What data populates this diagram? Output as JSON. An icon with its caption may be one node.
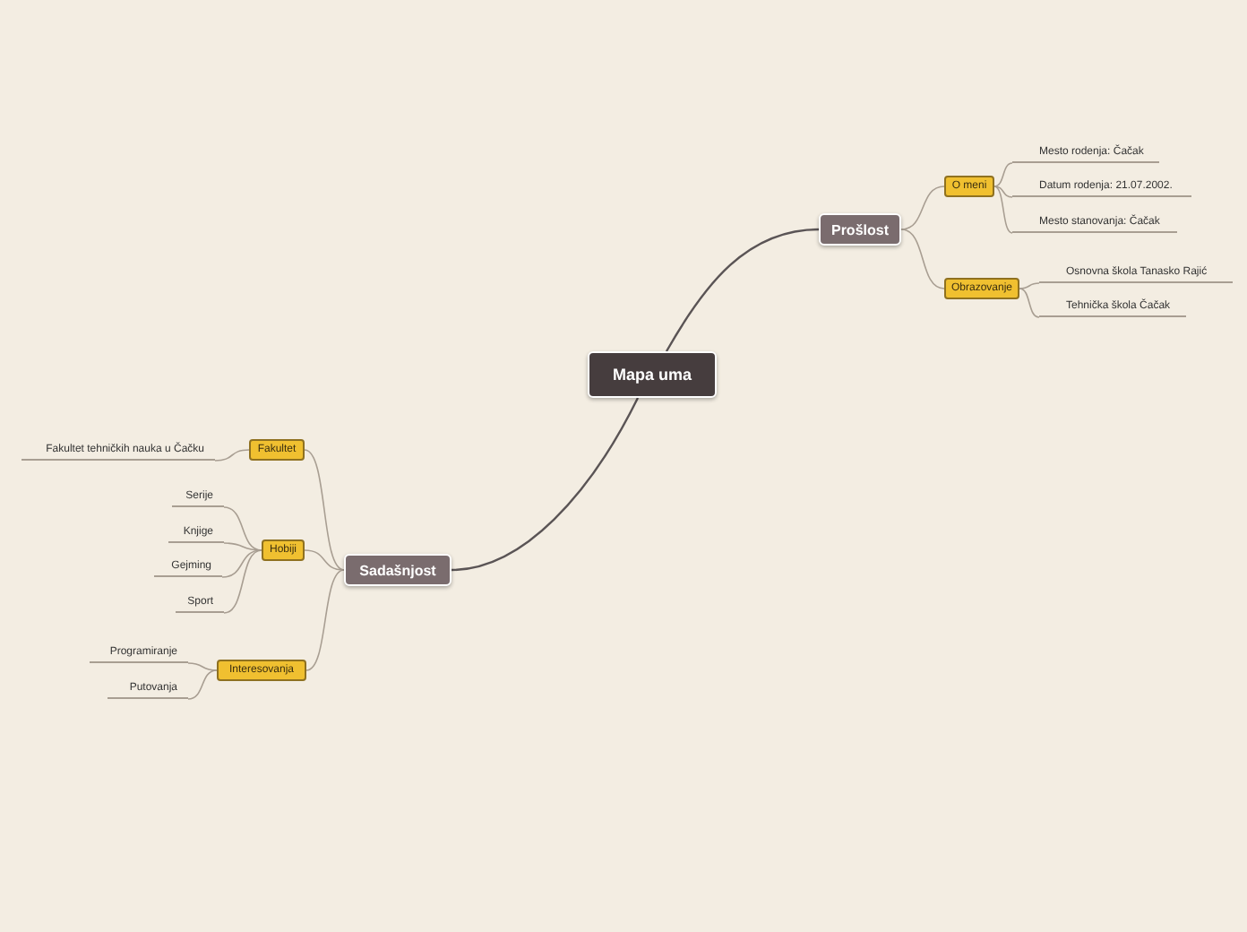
{
  "diagram": {
    "nodes": [
      {
        "text": [
          "Mapa uma"
        ]
      },
      {
        "text": [
          "Prošlost"
        ]
      },
      {
        "text": [
          "O meni"
        ]
      },
      {
        "text": [
          "Mesto rodenja: Čačak"
        ]
      },
      {
        "text": [
          "Datum rodenja: 21.07.2002."
        ]
      },
      {
        "text": [
          "Mesto stanovanja: Čačak"
        ]
      },
      {
        "text": [
          "Obrazovanje"
        ]
      },
      {
        "text": [
          "Osnovna škola Tanasko Rajić"
        ]
      },
      {
        "text": [
          "Tehnička škola Čačak"
        ]
      },
      {
        "text": [
          "Sadašnjost"
        ]
      },
      {
        "text": [
          "Fakultet"
        ]
      },
      {
        "text": [
          "Fakultet tehničkih nauka u Čačku"
        ]
      },
      {
        "text": [
          "Hobiji"
        ]
      },
      {
        "text": [
          "Serije"
        ]
      },
      {
        "text": [
          "Knjige"
        ]
      },
      {
        "text": [
          "Gejming"
        ]
      },
      {
        "text": [
          "Sport"
        ]
      },
      {
        "text": [
          "Interesovanja"
        ]
      },
      {
        "text": [
          "Programiranje"
        ]
      },
      {
        "text": [
          "Putovanja"
        ]
      }
    ],
    "edges": [
      {
        "from": 0,
        "to": 1,
        "arrow": "none",
        "color": "#5a5455"
      },
      {
        "from": 1,
        "to": 2,
        "arrow": "none"
      },
      {
        "from": 2,
        "to": 3,
        "arrow": "none"
      },
      {
        "from": 2,
        "to": 4,
        "arrow": "none"
      },
      {
        "from": 2,
        "to": 5,
        "arrow": "none"
      },
      {
        "from": 1,
        "to": 6,
        "arrow": "none"
      },
      {
        "from": 6,
        "to": 7,
        "arrow": "none"
      },
      {
        "from": 6,
        "to": 8,
        "arrow": "none"
      },
      {
        "from": 0,
        "to": 9,
        "arrow": "none",
        "color": "#5a5455"
      },
      {
        "from": 9,
        "to": 10,
        "arrow": "none"
      },
      {
        "from": 10,
        "to": 11,
        "arrow": "none"
      },
      {
        "from": 9,
        "to": 12,
        "arrow": "none"
      },
      {
        "from": 12,
        "to": 13,
        "arrow": "none"
      },
      {
        "from": 12,
        "to": 14,
        "arrow": "none"
      },
      {
        "from": 12,
        "to": 15,
        "arrow": "none"
      },
      {
        "from": 12,
        "to": 16,
        "arrow": "none"
      },
      {
        "from": 9,
        "to": 17,
        "arrow": "none"
      },
      {
        "from": 17,
        "to": 18,
        "arrow": "none"
      },
      {
        "from": 17,
        "to": 19,
        "arrow": "none"
      }
    ]
  }
}
